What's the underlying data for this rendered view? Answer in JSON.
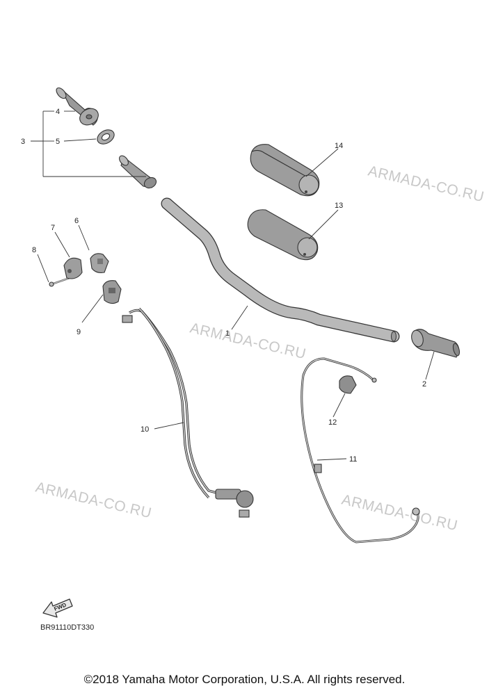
{
  "watermarks": [
    "ARMADA-CO.RU",
    "ARMADA-CO.RU",
    "ARMADA-CO.RU",
    "ARMADA-CO.RU"
  ],
  "callouts": [
    "1",
    "2",
    "3",
    "4",
    "5",
    "6",
    "7",
    "8",
    "9",
    "10",
    "11",
    "12",
    "13",
    "14"
  ],
  "fwd_label": "FWD",
  "diagram_code": "BR91110DT330",
  "copyright": "©2018 Yamaha Motor Corporation, U.S.A. All rights reserved."
}
